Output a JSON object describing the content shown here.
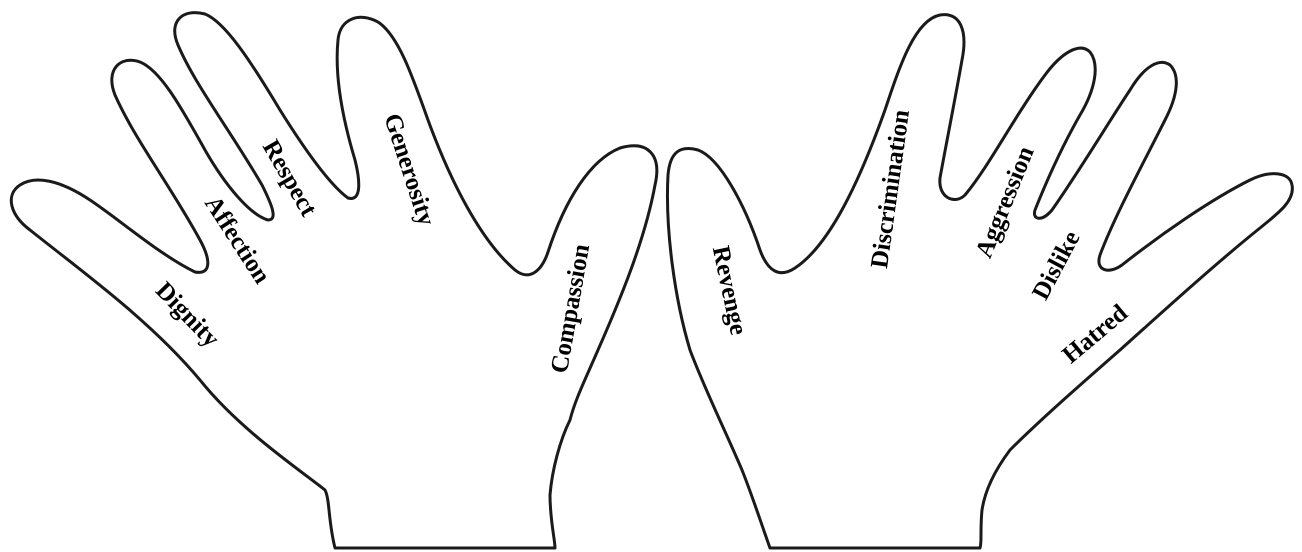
{
  "left_hand": {
    "words": {
      "thumb": "Compassion",
      "index": "Generosity",
      "middle": "Respect",
      "ring": "Affection",
      "pinky": "Dignity"
    }
  },
  "right_hand": {
    "words": {
      "thumb": "Revenge",
      "index": "Discrimination",
      "middle": "Aggression",
      "ring": "Dislike",
      "pinky": "Hatred"
    }
  }
}
